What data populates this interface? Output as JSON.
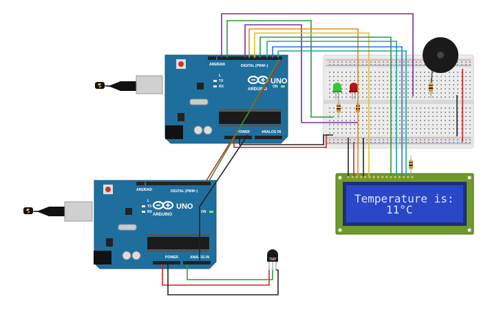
{
  "arduino_top": {
    "brand": "ARDUINO",
    "model": "UNO",
    "digital_header": "DIGITAL (PWM~)",
    "power_header": "POWER",
    "analog_header": "ANALOG IN",
    "tx_label": "TX",
    "rx_label": "RX",
    "l_label": "L",
    "on_label": "ON",
    "aref_label": "AREF",
    "gnd_label": "GND"
  },
  "arduino_bottom": {
    "brand": "ARDUINO",
    "model": "UNO",
    "digital_header": "DIGITAL (PWM~)",
    "power_header": "POWER",
    "analog_header": "ANALOG IN",
    "tx_label": "TX",
    "rx_label": "RX",
    "l_label": "L",
    "on_label": "ON",
    "aref_label": "AREF",
    "gnd_label": "GND"
  },
  "lcd": {
    "line1": "Temperature is:",
    "line2": "11°C"
  },
  "sensor": {
    "label": "TMP"
  },
  "colors": {
    "board": "#1f6f9e",
    "lcd_frame": "#6f9a2a",
    "lcd_screen": "#2a47c8",
    "breadboard": "#e9e9e9",
    "wire_red": "#cc2222",
    "wire_black": "#222222",
    "wire_green": "#2c9a36",
    "wire_purple": "#7a2a9a",
    "wire_orange": "#e08a16",
    "wire_yellow": "#e0c21a",
    "wire_teal": "#1aa3a3",
    "wire_blue": "#2a6fd6"
  }
}
